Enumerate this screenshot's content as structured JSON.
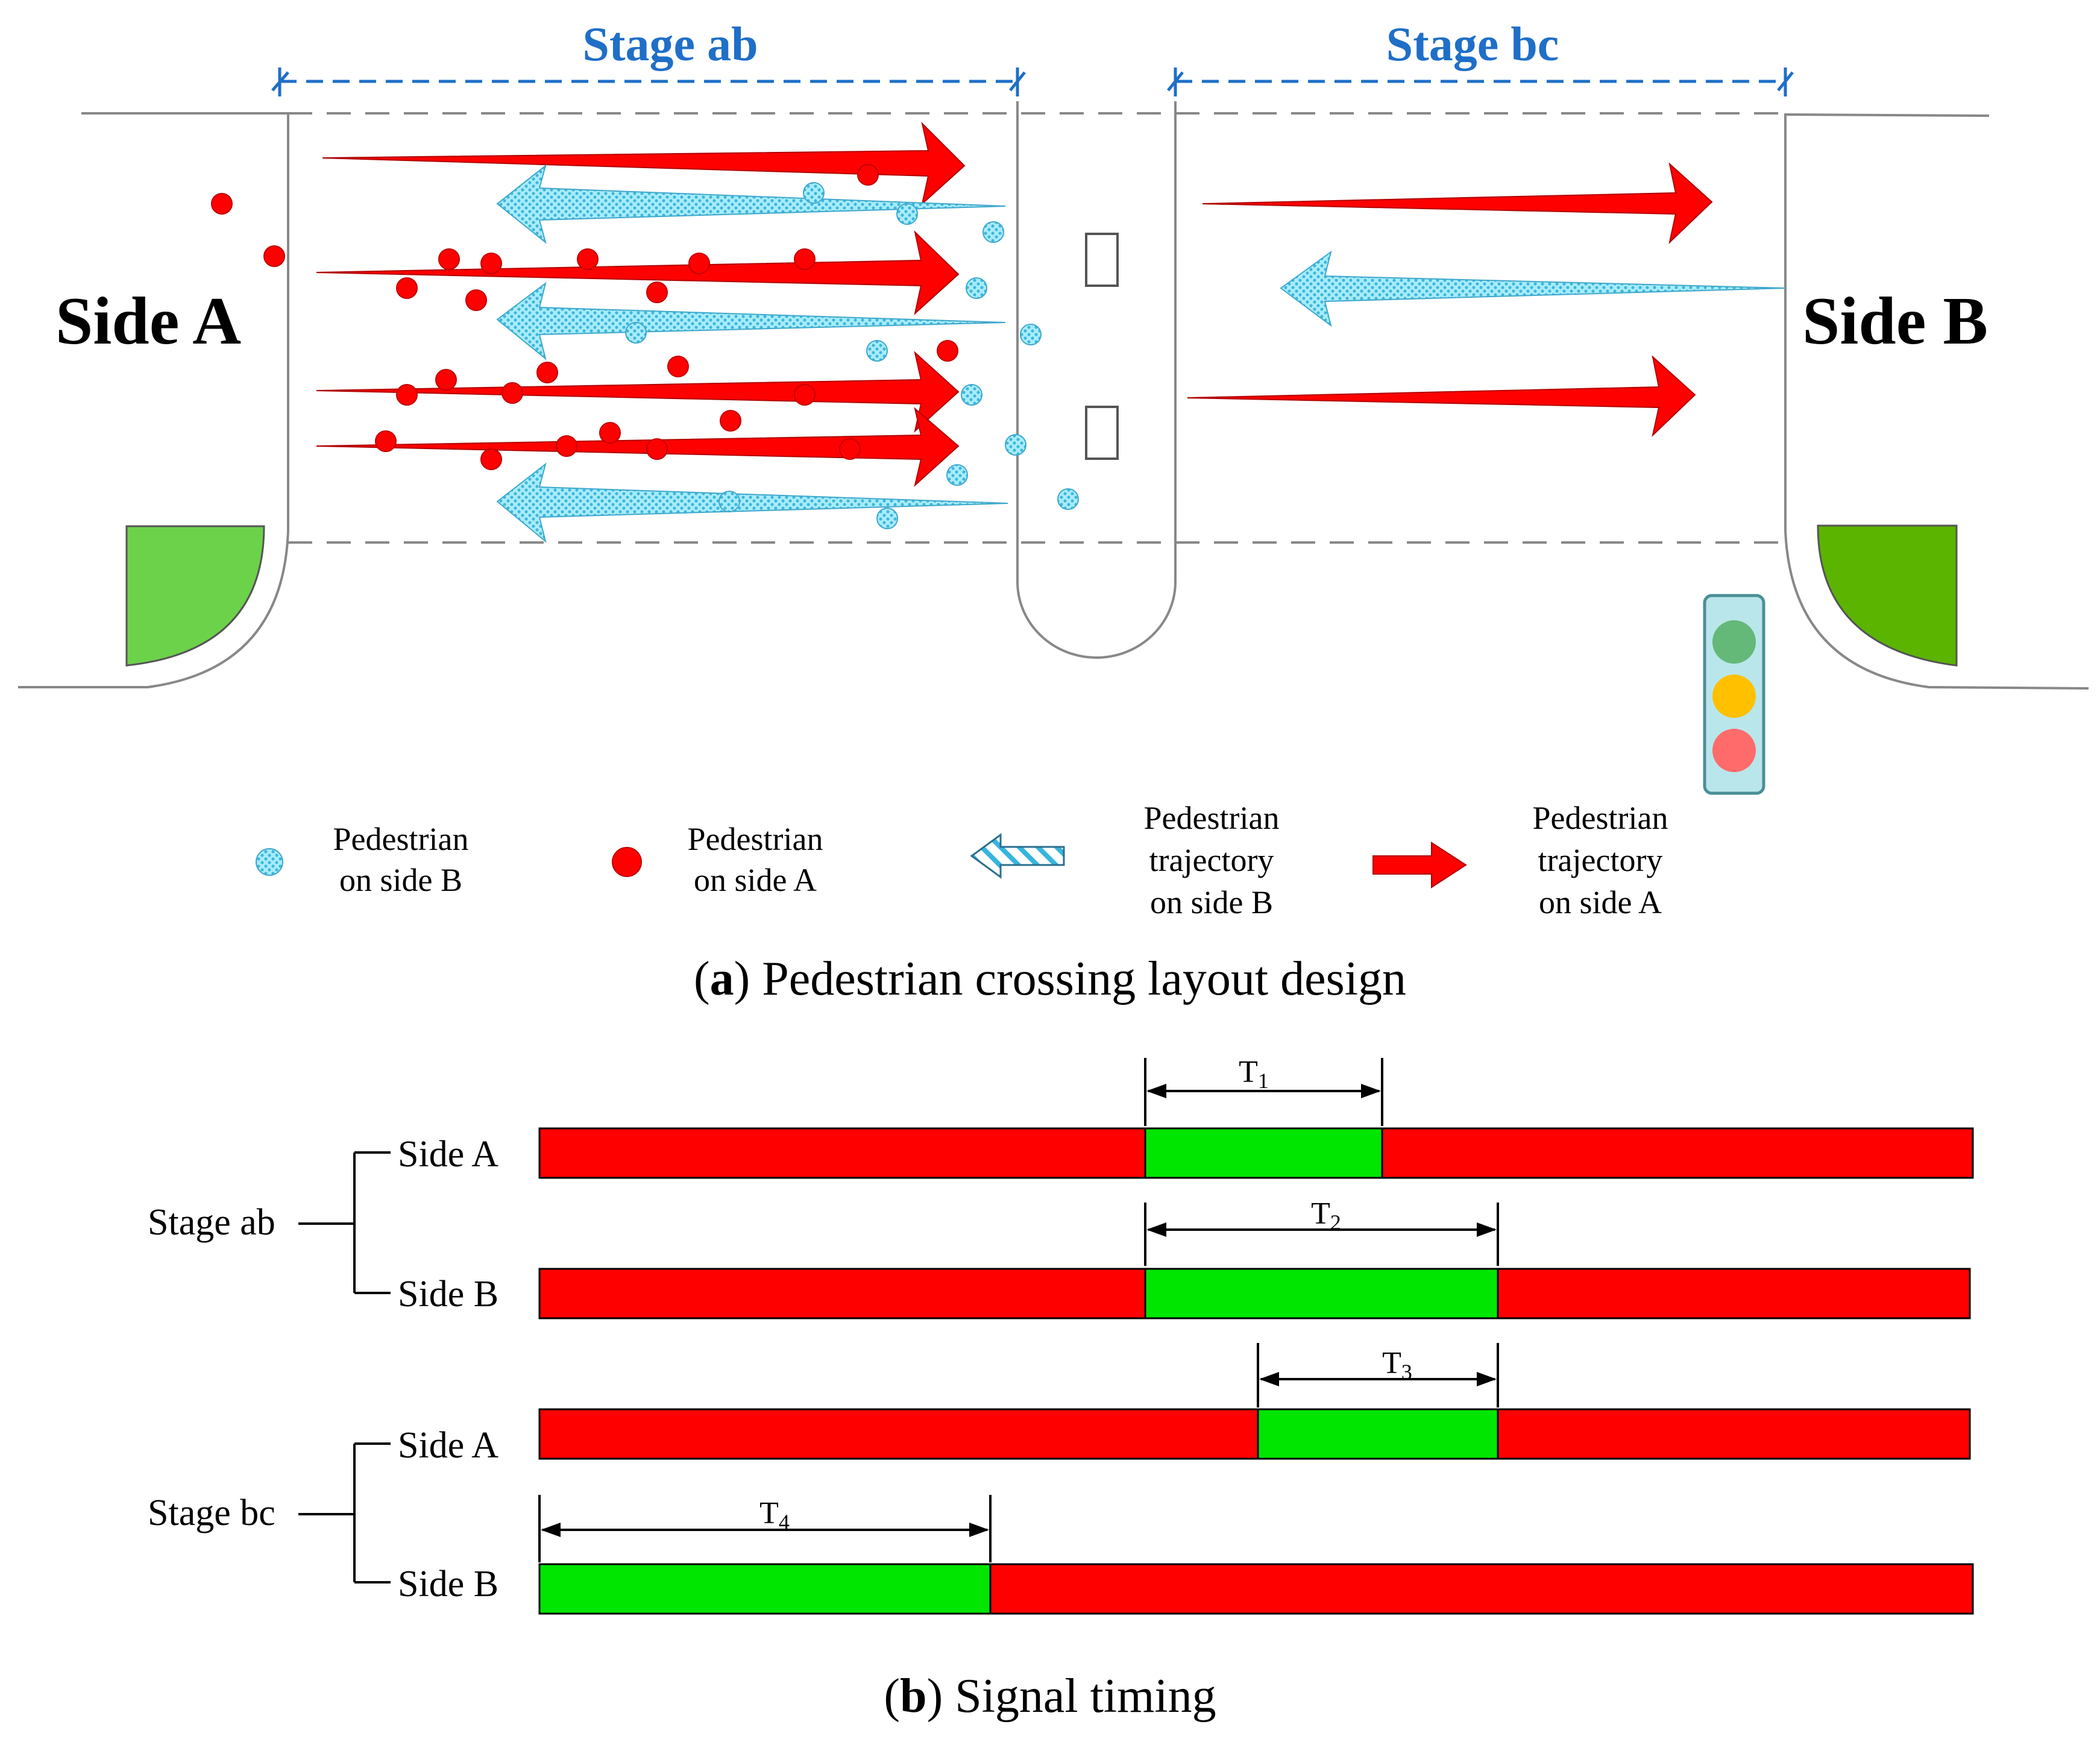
{
  "colors": {
    "pedestrian_a": "#ff0000",
    "pedestrian_b": "#7fdcf0",
    "green_signal": "#00e600",
    "red_signal": "#ff0000",
    "stage_label": "#1f6fc8",
    "curb_green_left": "#6cd24a",
    "curb_green_right": "#5bb400"
  },
  "layout_panel": {
    "stage_ab_label": "Stage ab",
    "stage_bc_label": "Stage bc",
    "side_a_label": "Side A",
    "side_b_label": "Side B",
    "traffic_light": [
      "green",
      "yellow",
      "red"
    ],
    "legend": {
      "ped_b": [
        "Pedestrian",
        "on side B"
      ],
      "ped_a": [
        "Pedestrian",
        "on side A"
      ],
      "traj_b": [
        "Pedestrian",
        "trajectory",
        "on side B"
      ],
      "traj_a": [
        "Pedestrian",
        "trajectory",
        "on side A"
      ]
    },
    "caption_letter": "a",
    "caption_text": " Pedestrian crossing layout design"
  },
  "timing_panel": {
    "stage_ab_label": "Stage ab",
    "stage_bc_label": "Stage bc",
    "side_a_label": "Side A",
    "side_b_label": "Side B",
    "intervals": [
      {
        "label": "T",
        "sub": "1"
      },
      {
        "label": "T",
        "sub": "2"
      },
      {
        "label": "T",
        "sub": "3"
      },
      {
        "label": "T",
        "sub": "4"
      }
    ],
    "caption_letter": "b",
    "caption_text": " Signal timing"
  }
}
